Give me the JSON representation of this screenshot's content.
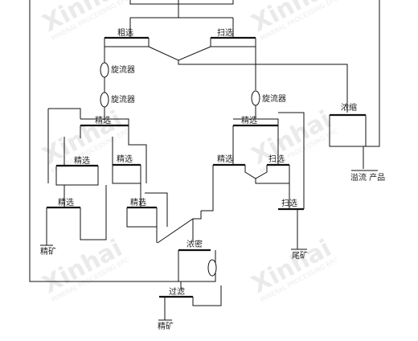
{
  "watermark": {
    "brand": "Xinhai",
    "subtitle": "MINERAL PROCESSING EPC"
  },
  "labels": {
    "top_left_cell": "粗选",
    "top_right_cell": "扫选",
    "cyclone_1": "旋流器",
    "cyclone_2": "旋流器",
    "cyclone_3": "旋流器",
    "left_cleaner": "精选",
    "left_cell_a": "精选",
    "left_cell_b": "精选",
    "left_cell_c": "精选",
    "left_cell_d": "精选",
    "left_product": "精矿",
    "mid_product": "",
    "right_cleaner": "精选",
    "right_cell_a": "精选",
    "right_cell_b": "扫选",
    "right_cell_c": "扫选",
    "right_product": "尾矿",
    "far_right_tank": "浓缩",
    "far_right_product": "溢流 产品",
    "bottom_tank": "浓密",
    "bottom_valve": "",
    "bottom_cell": "过滤",
    "bottom_product": "精矿"
  }
}
